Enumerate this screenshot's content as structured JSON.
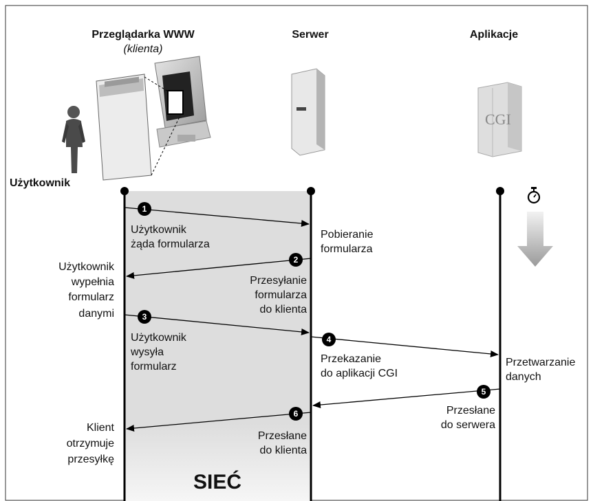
{
  "headers": {
    "browser": "Przeglądarka WWW",
    "browser_sub": "(klienta)",
    "server": "Serwer",
    "apps": "Aplikacje"
  },
  "actor_label": "Użytkownik",
  "cgi_text": "CGI",
  "steps": [
    {
      "num": "1",
      "lines": [
        "Użytkownik",
        "żąda formularza"
      ]
    },
    {
      "num": "2",
      "lines": [
        "Przesyłanie",
        "formularza",
        "do klienta"
      ]
    },
    {
      "num": "3",
      "lines": [
        "Użytkownik",
        "wysyła",
        "formularz"
      ]
    },
    {
      "num": "4",
      "lines": [
        "Przekazanie",
        "do aplikacji CGI"
      ]
    },
    {
      "num": "5",
      "lines": [
        "Przesłane",
        "do serwera"
      ]
    },
    {
      "num": "6",
      "lines": [
        "Przesłane",
        "do klienta"
      ]
    }
  ],
  "client_notes": {
    "fills": [
      "Użytkownik",
      "wypełnia",
      "formularz",
      "danymi"
    ],
    "receives": [
      "Klient",
      "otrzymuje",
      "przesyłkę"
    ]
  },
  "server_notes": {
    "fetch": [
      "Pobieranie",
      "formularza"
    ]
  },
  "app_notes": {
    "process": [
      "Przetwarzanie",
      "danych"
    ]
  },
  "network_label": "SIEĆ",
  "colors": {
    "network_bg": "#dddddd",
    "line": "#000000"
  }
}
